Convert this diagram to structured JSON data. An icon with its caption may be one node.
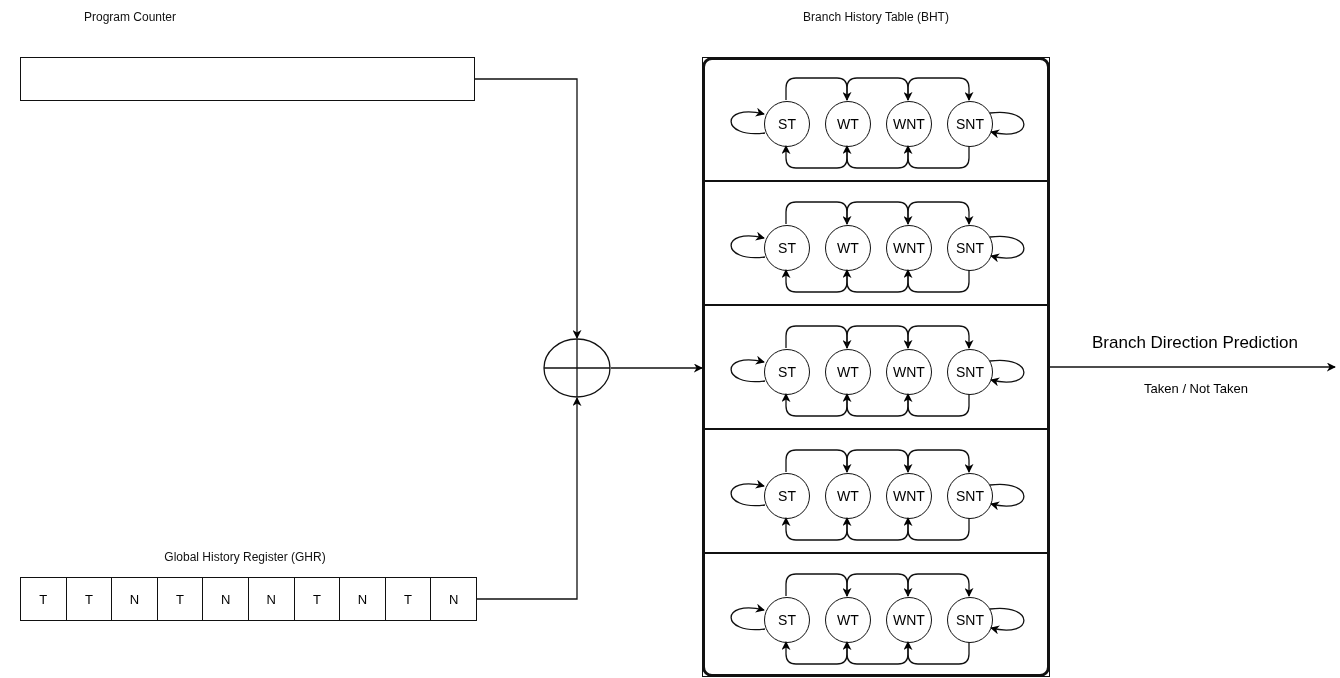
{
  "diagram": {
    "nodes": [
      {
        "text": [
          "Program Counter"
        ]
      },
      {
        "text": [
          "Global History Register (GHR)"
        ]
      },
      {
        "text": [
          "T"
        ],
        "in": 1
      },
      {
        "text": [
          "T"
        ],
        "in": 1
      },
      {
        "text": [
          "N"
        ],
        "in": 1
      },
      {
        "text": [
          "T"
        ],
        "in": 1
      },
      {
        "text": [
          "N"
        ],
        "in": 1
      },
      {
        "text": [
          "N"
        ],
        "in": 1
      },
      {
        "text": [
          "T"
        ],
        "in": 1
      },
      {
        "text": [
          "N"
        ],
        "in": 1
      },
      {
        "text": [
          "T"
        ],
        "in": 1
      },
      {
        "text": [
          "N"
        ],
        "in": 1
      },
      {
        "text": [],
        "shape": "circle"
      },
      {
        "text": [
          "Branch History Table (BHT)"
        ]
      },
      {
        "text": [],
        "shape": "box",
        "in": 13
      },
      {
        "text": [
          "ST"
        ],
        "in": 14
      },
      {
        "text": [
          "WT"
        ],
        "in": 14
      },
      {
        "text": [
          "WNT"
        ],
        "in": 14
      },
      {
        "text": [
          "SNT"
        ],
        "in": 14
      },
      {
        "text": [],
        "shape": "box",
        "in": 13
      },
      {
        "text": [
          "ST"
        ],
        "in": 19
      },
      {
        "text": [
          "WT"
        ],
        "in": 19
      },
      {
        "text": [
          "WNT"
        ],
        "in": 19
      },
      {
        "text": [
          "SNT"
        ],
        "in": 19
      },
      {
        "text": [],
        "shape": "box",
        "in": 13
      },
      {
        "text": [
          "ST"
        ],
        "in": 24
      },
      {
        "text": [
          "WT"
        ],
        "in": 24
      },
      {
        "text": [
          "WNT"
        ],
        "in": 24
      },
      {
        "text": [
          "SNT"
        ],
        "in": 24
      },
      {
        "text": [],
        "shape": "box",
        "in": 13
      },
      {
        "text": [
          "ST"
        ],
        "in": 29
      },
      {
        "text": [
          "WT"
        ],
        "in": 29
      },
      {
        "text": [
          "WNT"
        ],
        "in": 29
      },
      {
        "text": [
          "SNT"
        ],
        "in": 29
      },
      {
        "text": [],
        "shape": "box",
        "in": 13
      },
      {
        "text": [
          "ST"
        ],
        "in": 34
      },
      {
        "text": [
          "WT"
        ],
        "in": 34
      },
      {
        "text": [
          "WNT"
        ],
        "in": 34
      },
      {
        "text": [
          "SNT"
        ],
        "in": 34
      }
    ],
    "edges": [
      {
        "from": 0,
        "to": 12,
        "arrow": "to"
      },
      {
        "from": 1,
        "to": 12,
        "arrow": "to"
      },
      {
        "from": 12,
        "to": 13,
        "arrow": "to"
      },
      {
        "from": 13,
        "to": null,
        "arrow": "to",
        "label": "Branch Direction Prediction"
      },
      {
        "from": 15,
        "to": 15,
        "arrow": "to"
      },
      {
        "from": 15,
        "to": 16,
        "arrow": "to"
      },
      {
        "from": 16,
        "to": 17,
        "arrow": "to"
      },
      {
        "from": 17,
        "to": 18,
        "arrow": "to"
      },
      {
        "from": 16,
        "to": 15,
        "arrow": "to"
      },
      {
        "from": 17,
        "to": 16,
        "arrow": "to"
      },
      {
        "from": 18,
        "to": 17,
        "arrow": "to"
      },
      {
        "from": 18,
        "to": 18,
        "arrow": "to"
      },
      {
        "from": 20,
        "to": 20,
        "arrow": "to"
      },
      {
        "from": 20,
        "to": 21,
        "arrow": "to"
      },
      {
        "from": 21,
        "to": 22,
        "arrow": "to"
      },
      {
        "from": 22,
        "to": 23,
        "arrow": "to"
      },
      {
        "from": 21,
        "to": 20,
        "arrow": "to"
      },
      {
        "from": 22,
        "to": 21,
        "arrow": "to"
      },
      {
        "from": 23,
        "to": 22,
        "arrow": "to"
      },
      {
        "from": 23,
        "to": 23,
        "arrow": "to"
      },
      {
        "from": 25,
        "to": 25,
        "arrow": "to"
      },
      {
        "from": 25,
        "to": 26,
        "arrow": "to"
      },
      {
        "from": 26,
        "to": 27,
        "arrow": "to"
      },
      {
        "from": 27,
        "to": 28,
        "arrow": "to"
      },
      {
        "from": 26,
        "to": 25,
        "arrow": "to"
      },
      {
        "from": 27,
        "to": 26,
        "arrow": "to"
      },
      {
        "from": 28,
        "to": 27,
        "arrow": "to"
      },
      {
        "from": 28,
        "to": 28,
        "arrow": "to"
      },
      {
        "from": 30,
        "to": 30,
        "arrow": "to"
      },
      {
        "from": 30,
        "to": 31,
        "arrow": "to"
      },
      {
        "from": 31,
        "to": 32,
        "arrow": "to"
      },
      {
        "from": 32,
        "to": 33,
        "arrow": "to"
      },
      {
        "from": 31,
        "to": 30,
        "arrow": "to"
      },
      {
        "from": 32,
        "to": 31,
        "arrow": "to"
      },
      {
        "from": 33,
        "to": 32,
        "arrow": "to"
      },
      {
        "from": 33,
        "to": 33,
        "arrow": "to"
      },
      {
        "from": 35,
        "to": 35,
        "arrow": "to"
      },
      {
        "from": 35,
        "to": 36,
        "arrow": "to"
      },
      {
        "from": 36,
        "to": 37,
        "arrow": "to"
      },
      {
        "from": 37,
        "to": 38,
        "arrow": "to"
      },
      {
        "from": 36,
        "to": 35,
        "arrow": "to"
      },
      {
        "from": 37,
        "to": 36,
        "arrow": "to"
      },
      {
        "from": 38,
        "to": 37,
        "arrow": "to"
      },
      {
        "from": 38,
        "to": 38,
        "arrow": "to"
      }
    ],
    "labels": [
      "Taken / Not Taken"
    ]
  }
}
